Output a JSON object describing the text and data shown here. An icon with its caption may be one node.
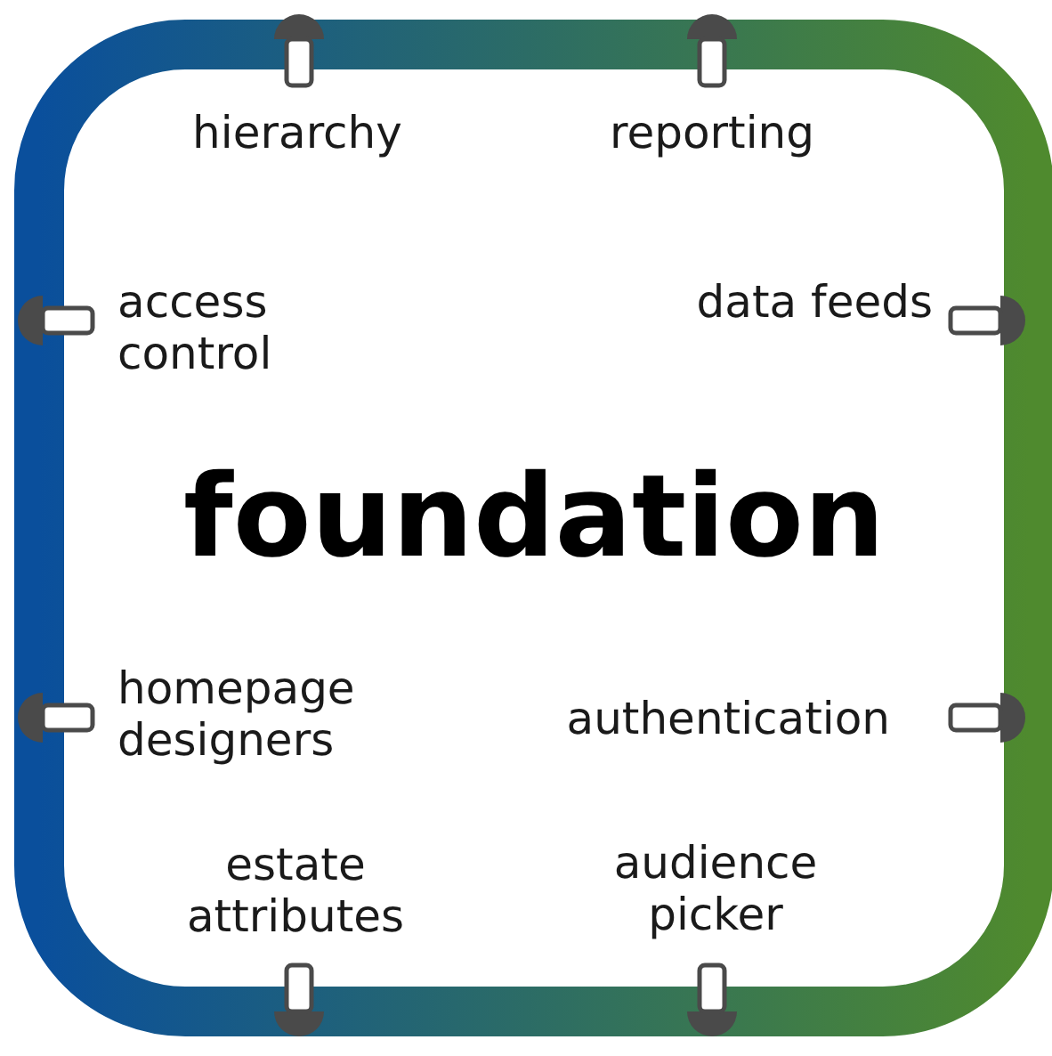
{
  "diagram": {
    "nodes": [
      {
        "text": [
          "foundation"
        ]
      }
    ],
    "labels": [
      "hierarchy",
      "reporting",
      "access control",
      "data feeds",
      "homepage designers",
      "authentication",
      "estate attributes",
      "audience picker"
    ]
  }
}
